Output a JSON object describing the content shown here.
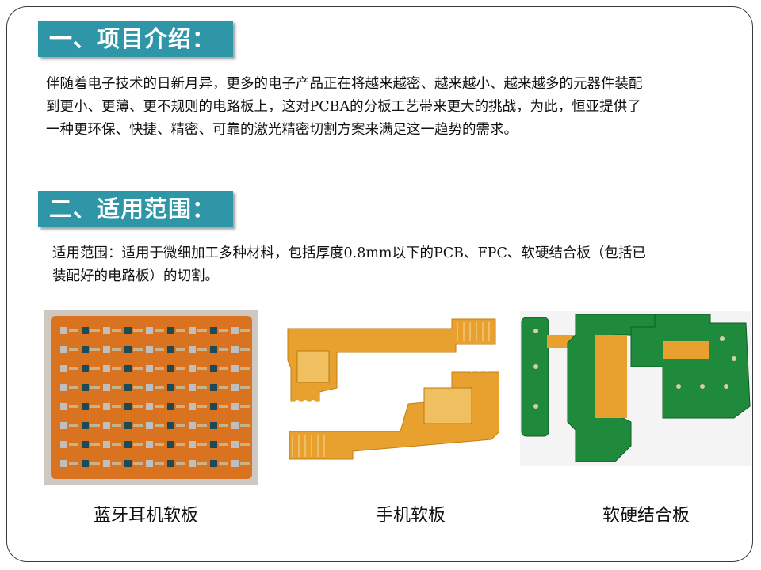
{
  "section1": {
    "heading": "一、项目介绍：",
    "paragraph": "伴随着电子技术的日新月异，更多的电子产品正在将越来越密、越来越小、越来越多的元器件装配到更小、更薄、更不规则的电路板上，这对PCBA的分板工艺带来更大的挑战，为此，恒亚提供了一种更环保、快捷、精密、可靠的激光精密切割方案来满足这一趋势的需求。"
  },
  "section2": {
    "heading": "二、适用范围：",
    "paragraph": "适用范围：适用于微细加工多种材料，包括厚度0.8mm以下的PCB、FPC、软硬结合板（包括已装配好的电路板）的切割。"
  },
  "images": [
    {
      "caption": "蓝牙耳机软板",
      "icon": "bluetooth-earphone-flex-board-photo",
      "color": "#d9731f"
    },
    {
      "caption": "手机软板",
      "icon": "phone-flex-board-photo",
      "color": "#e8a12e"
    },
    {
      "caption": "软硬结合板",
      "icon": "rigid-flex-board-photo",
      "color": "#1f8a3c"
    }
  ],
  "colors": {
    "heading_bg": "#2f96a8",
    "heading_text": "#ffffff",
    "frame": "#3a3a3a"
  }
}
